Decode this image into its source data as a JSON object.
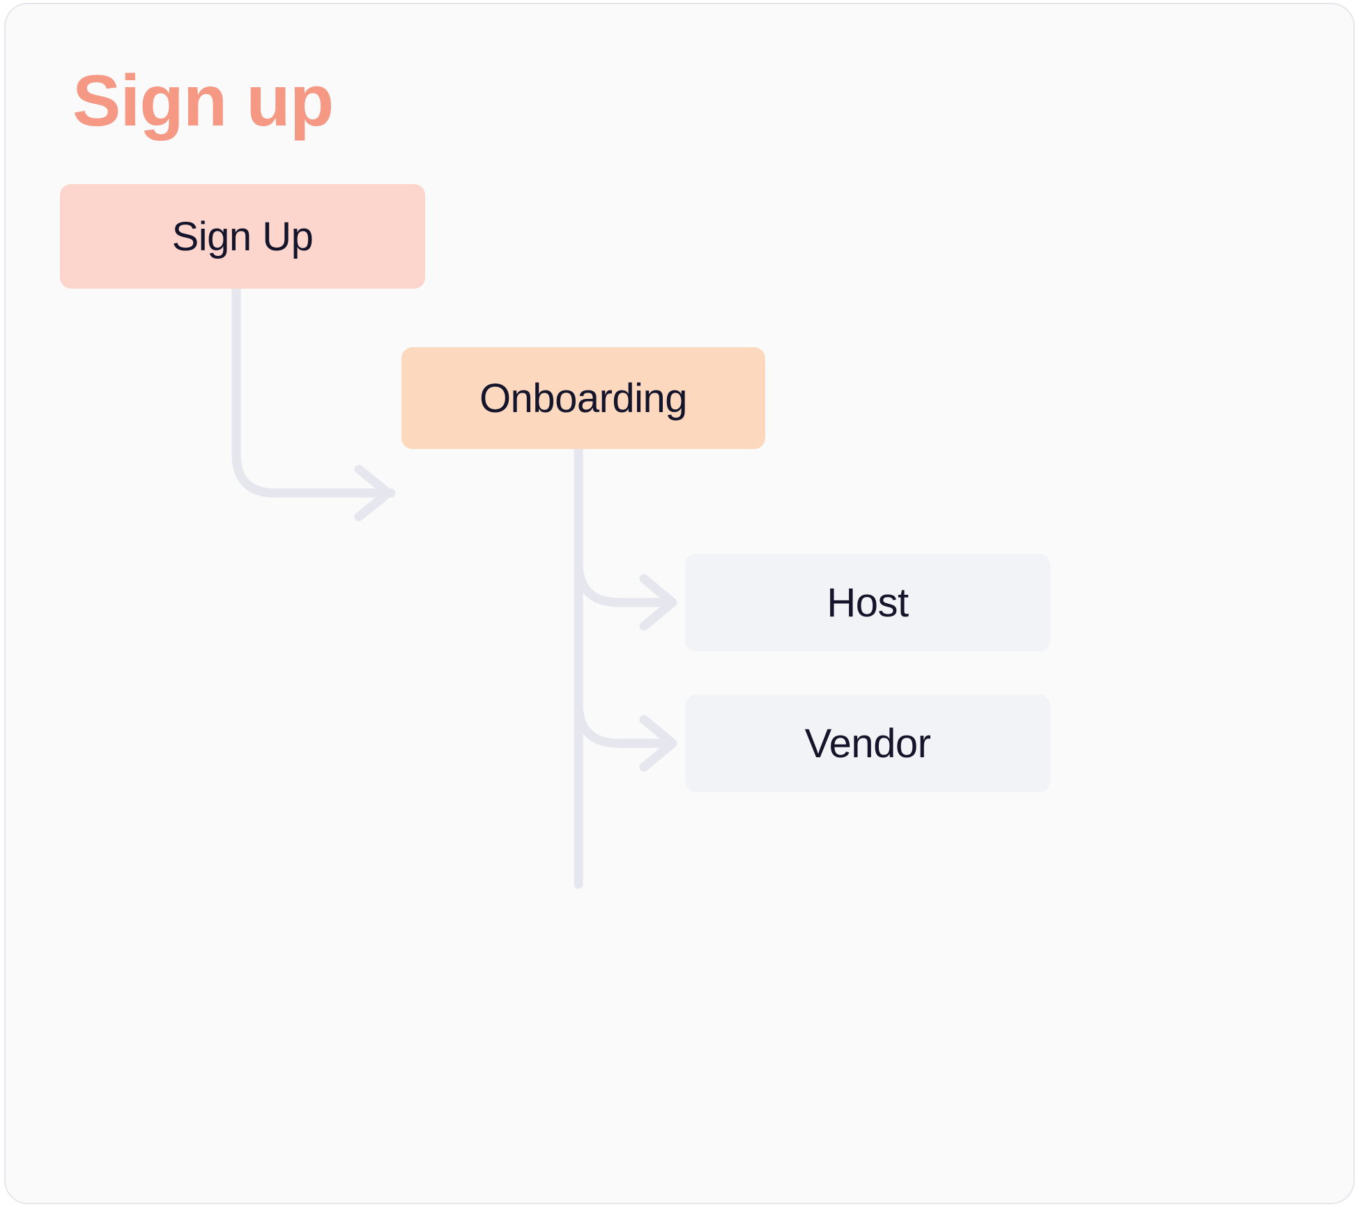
{
  "page": {
    "title": "Sign up",
    "title_color": "#F59884",
    "background_color": "#FAFAFB",
    "border_color": "#E6E6EC"
  },
  "diagram": {
    "type": "flowchart",
    "connector_color": "#E6E7EE",
    "nodes": [
      {
        "id": "sign-up",
        "label": "Sign Up",
        "color": "#FCD5CC",
        "text_color": "#14142B",
        "level": 0
      },
      {
        "id": "onboarding",
        "label": "Onboarding",
        "color": "#FCD9BE",
        "text_color": "#14142B",
        "level": 1
      },
      {
        "id": "host",
        "label": "Host",
        "color": "#F2F3F7",
        "text_color": "#14142B",
        "level": 2
      },
      {
        "id": "vendor",
        "label": "Vendor",
        "color": "#F2F3F7",
        "text_color": "#14142B",
        "level": 2
      }
    ],
    "edges": [
      {
        "from": "sign-up",
        "to": "onboarding",
        "style": "elbow-arrow"
      },
      {
        "from": "onboarding",
        "to": "host",
        "style": "elbow-arrow"
      },
      {
        "from": "onboarding",
        "to": "vendor",
        "style": "elbow-arrow"
      }
    ]
  }
}
